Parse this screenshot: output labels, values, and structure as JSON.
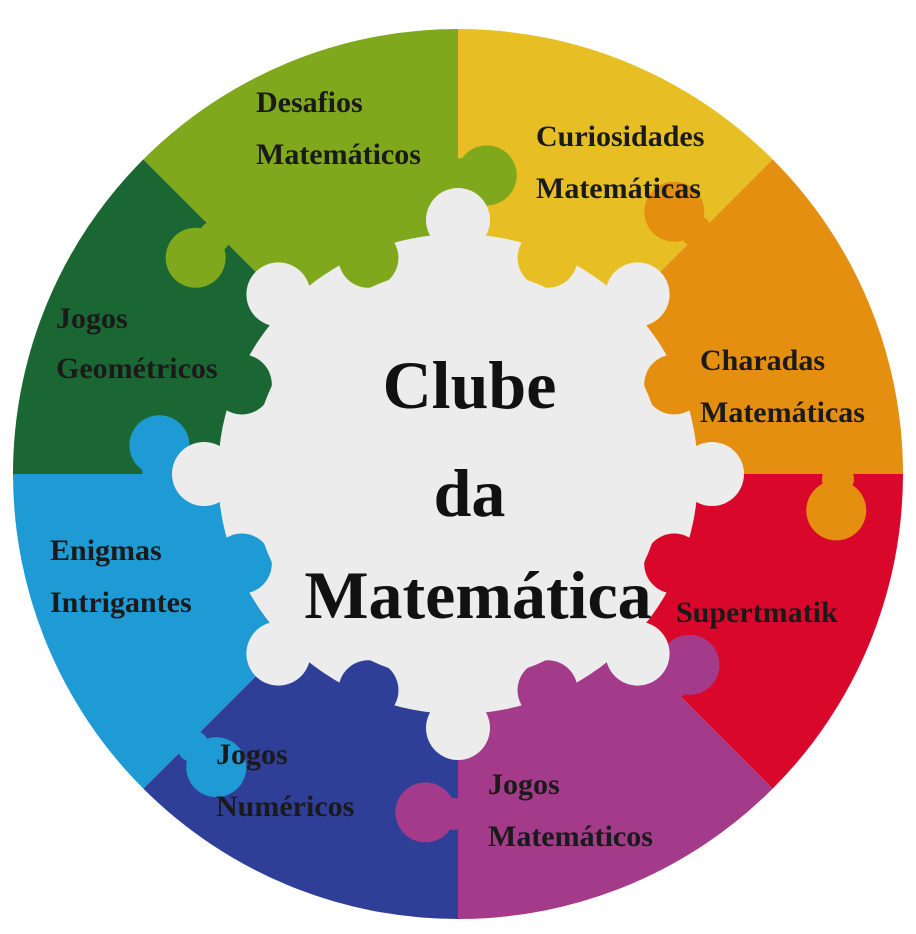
{
  "title": {
    "line1": "Clube",
    "line2": "da",
    "line3": "Matemática"
  },
  "segments": [
    {
      "id": "desafios",
      "line1": "Desafios",
      "line2": "Matemáticos",
      "color": "#e7bf24",
      "text_color": "#1a1a1a"
    },
    {
      "id": "curiosidades",
      "line1": "Curiosidades",
      "line2": "Matemáticas",
      "color": "#e48f0f",
      "text_color": "#1a1a1a"
    },
    {
      "id": "charadas",
      "line1": "Charadas",
      "line2": "Matemáticas",
      "color": "#d9072a",
      "text_color": "#1a1a1a"
    },
    {
      "id": "supertmatik",
      "line1": "Supertmatik",
      "line2": "",
      "color": "#a33a8a",
      "text_color": "#1a1a1a",
      "underline_color": "#d9072a"
    },
    {
      "id": "jogos-matematicos",
      "line1": "Jogos",
      "line2": "Matemáticos",
      "color": "#2f3f98",
      "text_color": "#1a1a1a"
    },
    {
      "id": "jogos-numericos",
      "line1": "Jogos",
      "line2": "Numéricos",
      "color": "#1e9ad5",
      "text_color": "#1a1a1a"
    },
    {
      "id": "enigmas",
      "line1": "Enigmas",
      "line2": "Intrigantes",
      "color": "#1b6734",
      "text_color": "#1a1a1a"
    },
    {
      "id": "jogos-geometricos",
      "line1": "Jogos",
      "line2": "Geométricos",
      "color": "#7fa81d",
      "text_color": "#1a1a1a"
    }
  ],
  "center_color": "#ececec"
}
